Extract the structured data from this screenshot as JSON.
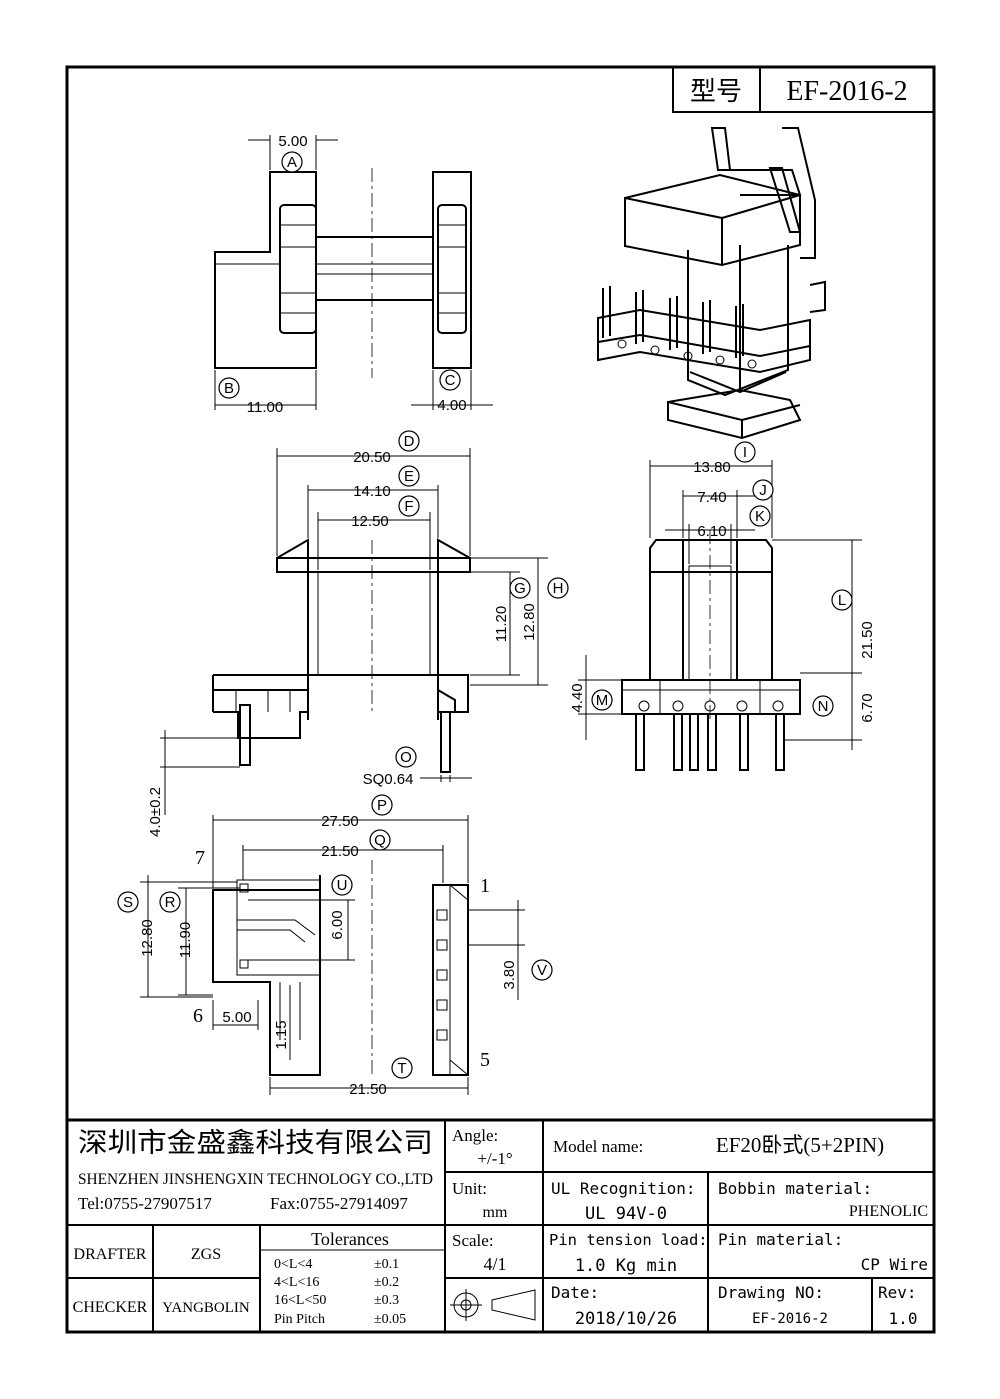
{
  "header": {
    "type_label": "型号",
    "part_number": "EF-2016-2"
  },
  "dims": {
    "A": "5.00",
    "B": "11.00",
    "C": "4.00",
    "D": "20.50",
    "E": "14.10",
    "F": "12.50",
    "G": "11.20",
    "H": "12.80",
    "O": "SQ0.64",
    "pin_len": "4.0±0.2",
    "I": "13.80",
    "J": "7.40",
    "K": "6.10",
    "L": "21.50",
    "M": "4.40",
    "N": "6.70",
    "P": "27.50",
    "Q": "21.50",
    "S": "12.80",
    "R": "11.90",
    "U": "6.00",
    "V": "3.80",
    "W5": "5.00",
    "H115": "1.15",
    "T": "21.50"
  },
  "labels": {
    "A": "A",
    "B": "B",
    "C": "C",
    "D": "D",
    "E": "E",
    "F": "F",
    "G": "G",
    "H": "H",
    "I": "I",
    "J": "J",
    "K": "K",
    "L": "L",
    "M": "M",
    "N": "N",
    "O": "O",
    "P": "P",
    "Q": "Q",
    "R": "R",
    "S": "S",
    "T": "T",
    "U": "U",
    "V": "V"
  },
  "pins": {
    "p7": "7",
    "p6": "6",
    "p1": "1",
    "p5": "5"
  },
  "title_block": {
    "company_cn": "深圳市金盛鑫科技有限公司",
    "company_en": "SHENZHEN JINSHENGXIN TECHNOLOGY CO.,LTD",
    "tel": "Tel:0755-27907517",
    "fax": "Fax:0755-27914097",
    "angle_label": "Angle:",
    "angle_value": "+/-1°",
    "model_label": "Model name:",
    "model_value": "EF20卧式(5+2PIN)",
    "unit_label": "Unit:",
    "unit_value": "mm",
    "ul_label": "UL Recognition:",
    "ul_value": "UL 94V-0",
    "bobbin_label": "Bobbin material:",
    "bobbin_value": "PHENOLIC",
    "drafter_label": "DRAFTER",
    "drafter_value": "ZGS",
    "checker_label": "CHECKER",
    "checker_value": "YANGBOLIN",
    "tolerances_label": "Tolerances",
    "tol_rows": [
      {
        "range": "0<L<4",
        "value": "±0.1"
      },
      {
        "range": "4<L<16",
        "value": "±0.2"
      },
      {
        "range": "16<L<50",
        "value": "±0.3"
      },
      {
        "range": "Pin Pitch",
        "value": "±0.05"
      }
    ],
    "scale_label": "Scale:",
    "scale_value": "4/1",
    "pin_tension_label": "Pin tension load:",
    "pin_tension_value": "1.0 Kg min",
    "pin_material_label": "Pin material:",
    "pin_material_value": "CP Wire",
    "date_label": "Date:",
    "date_value": "2018/10/26",
    "drawing_no_label": "Drawing NO:",
    "drawing_no_value": "EF-2016-2",
    "rev_label": "Rev:",
    "rev_value": "1.0"
  }
}
